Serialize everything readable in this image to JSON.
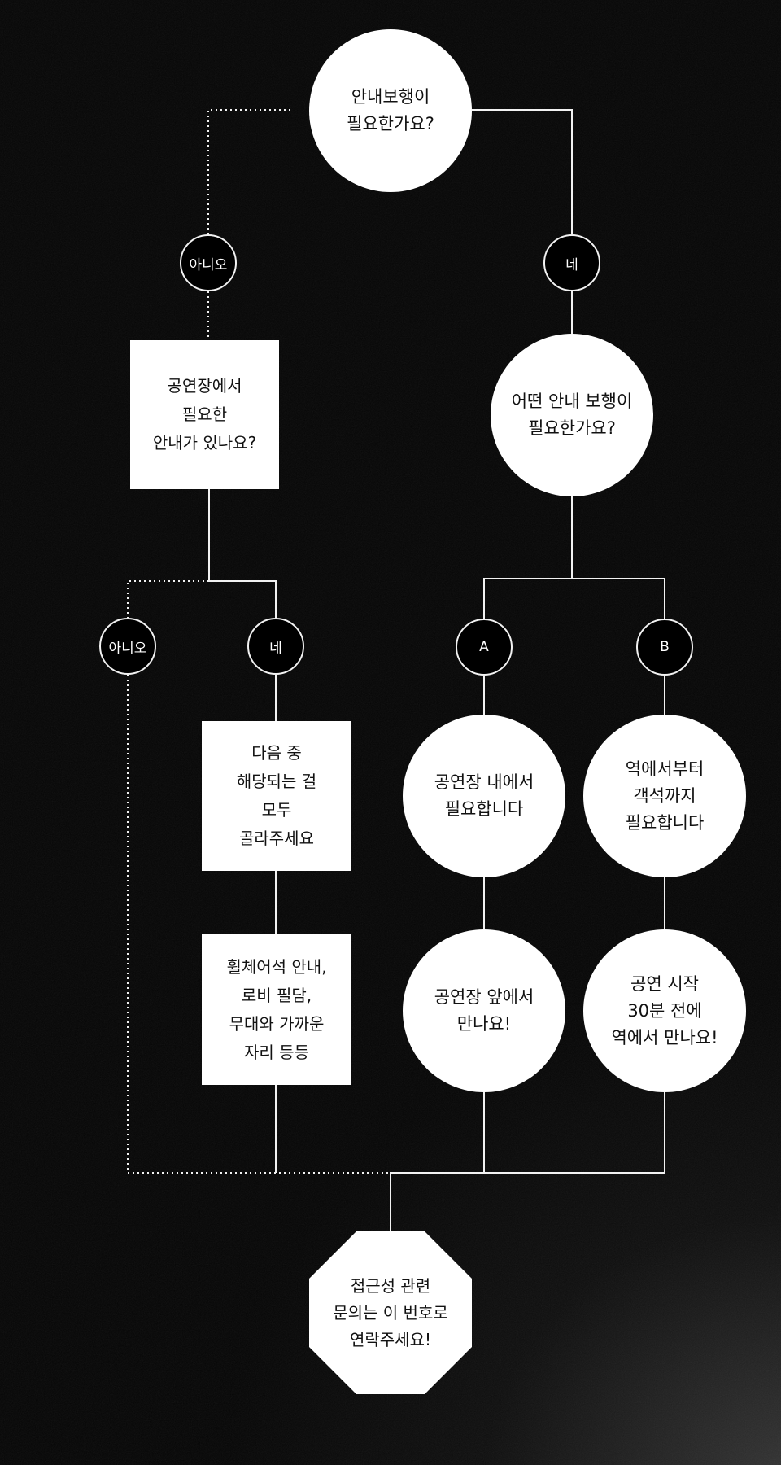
{
  "colors": {
    "background": "#000000",
    "node_fill": "#ffffff",
    "node_text": "#111111",
    "connector": "#f2f2f2",
    "small_node_fill": "#000000",
    "small_node_text": "#ffffff"
  },
  "flow": {
    "start": {
      "label": "안내보행이\n필요한가요?"
    },
    "first_no": {
      "label": "아니오"
    },
    "first_yes": {
      "label": "네"
    },
    "venue_question": {
      "label": "공연장에서\n필요한\n안내가 있나요?"
    },
    "which_guide": {
      "label": "어떤 안내 보행이\n필요한가요?"
    },
    "second_no": {
      "label": "아니오"
    },
    "second_yes": {
      "label": "네"
    },
    "option_a": {
      "label": "A"
    },
    "option_b": {
      "label": "B"
    },
    "select_all": {
      "label": "다음 중\n해당되는 걸\n모두\n골라주세요"
    },
    "examples": {
      "label": "휠체어석 안내,\n로비 필담,\n무대와 가까운\n자리 등등"
    },
    "a_desc": {
      "label": "공연장 내에서\n필요합니다"
    },
    "b_desc": {
      "label": "역에서부터\n객석까지\n필요합니다"
    },
    "a_meet": {
      "label": "공연장 앞에서\n만나요!"
    },
    "b_meet": {
      "label": "공연 시작\n30분 전에\n역에서 만나요!"
    },
    "end": {
      "label": "접근성 관련\n문의는 이 번호로\n연락주세요!"
    }
  }
}
